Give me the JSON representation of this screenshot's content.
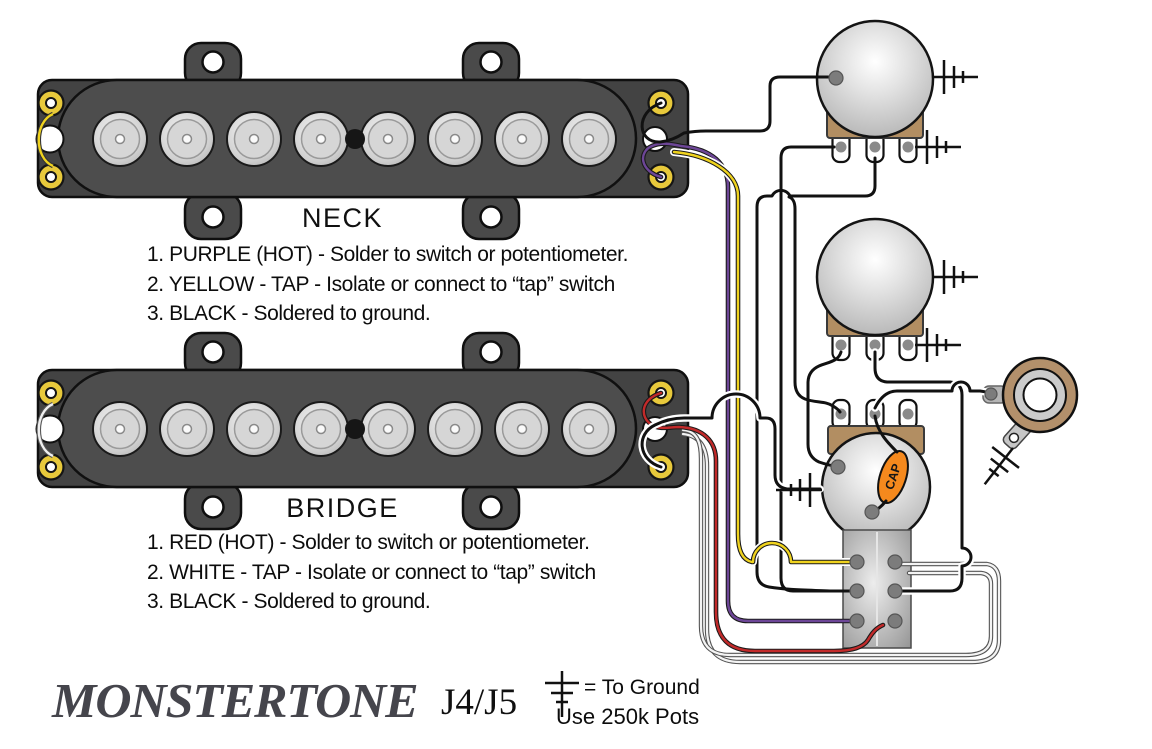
{
  "pickups": {
    "neck": {
      "label": "NECK",
      "instructions": [
        "1. PURPLE (HOT) - Solder to switch or potentiometer.",
        "2. YELLOW - TAP - Isolate or connect to “tap” switch",
        "3. BLACK - Soldered to ground."
      ]
    },
    "bridge": {
      "label": "BRIDGE",
      "instructions": [
        "1. RED (HOT) - Solder to switch or potentiometer.",
        "2. WHITE - TAP - Isolate or connect to “tap” switch",
        "3. BLACK - Soldered to ground."
      ]
    }
  },
  "components": {
    "capacitor_label": "CAP"
  },
  "footer": {
    "brand": "MONSTERTONE",
    "model": "J4/J5",
    "ground_legend": "= To Ground",
    "pots_note": "Use 250k Pots"
  },
  "colors": {
    "hot_neck_wire": "#6d4697",
    "tap_neck_wire": "#f0d31e",
    "hot_bridge_wire": "#c22a2a",
    "tap_bridge_wire": "#f4f4f4",
    "ground_wire": "#111111",
    "capacitor": "#f5891d",
    "pot_base": "#b28e62",
    "output_jack": "#b3906b",
    "pickup_body": "#474747"
  }
}
